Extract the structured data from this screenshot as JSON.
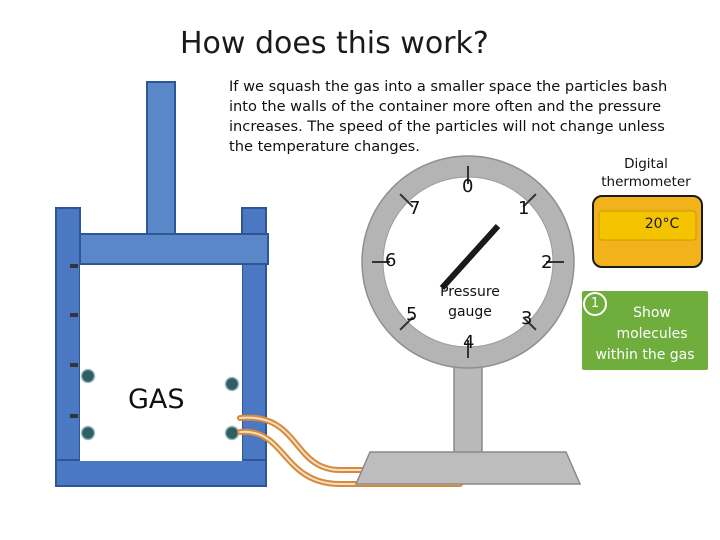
{
  "title": "How does this work?",
  "description_lines": [
    "If we squash the gas into a smaller space the particles bash",
    "into the walls of the container more often and the pressure",
    "increases. The speed of the particles will not change unless",
    "the temperature changes."
  ],
  "container": {
    "gas_label": "GAS"
  },
  "gauge": {
    "label_line1": "Pressure",
    "label_line2": "gauge",
    "dial_numbers": [
      "0",
      "1",
      "2",
      "3",
      "4",
      "5",
      "6",
      "7"
    ],
    "needle_reading": 1
  },
  "thermometer": {
    "title_line1": "Digital",
    "title_line2": "thermometer",
    "reading": "20°C"
  },
  "show_button": {
    "badge": "1",
    "label_lines": [
      "Show",
      "molecules",
      "within the gas"
    ]
  },
  "colors": {
    "container_blue": "#4a78c2",
    "container_border": "#2f5597",
    "piston_rod": "#5a87c8",
    "gauge_gray": "#b4b4b4",
    "thermometer_orange": "#f2b21c",
    "thermometer_screen": "#f5c400",
    "button_green": "#6fae3c",
    "tube_orange": "#d88a3c",
    "molecule_teal": "#2d5f63"
  }
}
